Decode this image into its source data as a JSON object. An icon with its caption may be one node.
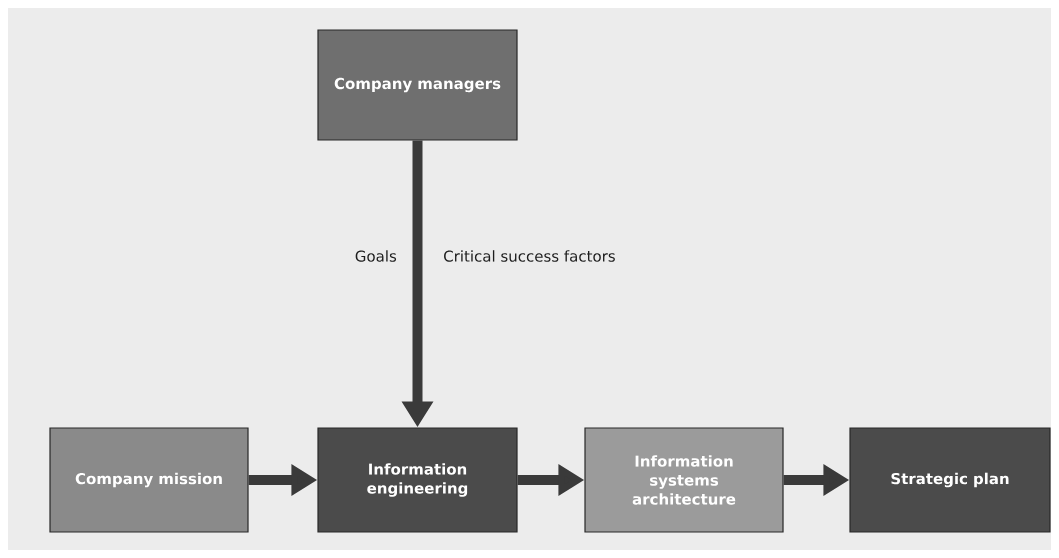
{
  "diagram": {
    "nodes": [
      {
        "text": [
          "Company managers"
        ]
      },
      {
        "text": [
          "Company mission"
        ]
      },
      {
        "text": [
          "Information engineering"
        ]
      },
      {
        "text": [
          "Information systems architecture"
        ]
      },
      {
        "text": [
          "Strategic plan"
        ]
      }
    ],
    "edges": [
      {
        "from": 0,
        "to": 2,
        "arrow": "to"
      },
      {
        "from": 1,
        "to": 2,
        "arrow": "to"
      },
      {
        "from": 2,
        "to": 3,
        "arrow": "to"
      },
      {
        "from": 3,
        "to": 4,
        "arrow": "to"
      }
    ],
    "labels": [
      "Goals",
      "Critical success factors"
    ]
  }
}
